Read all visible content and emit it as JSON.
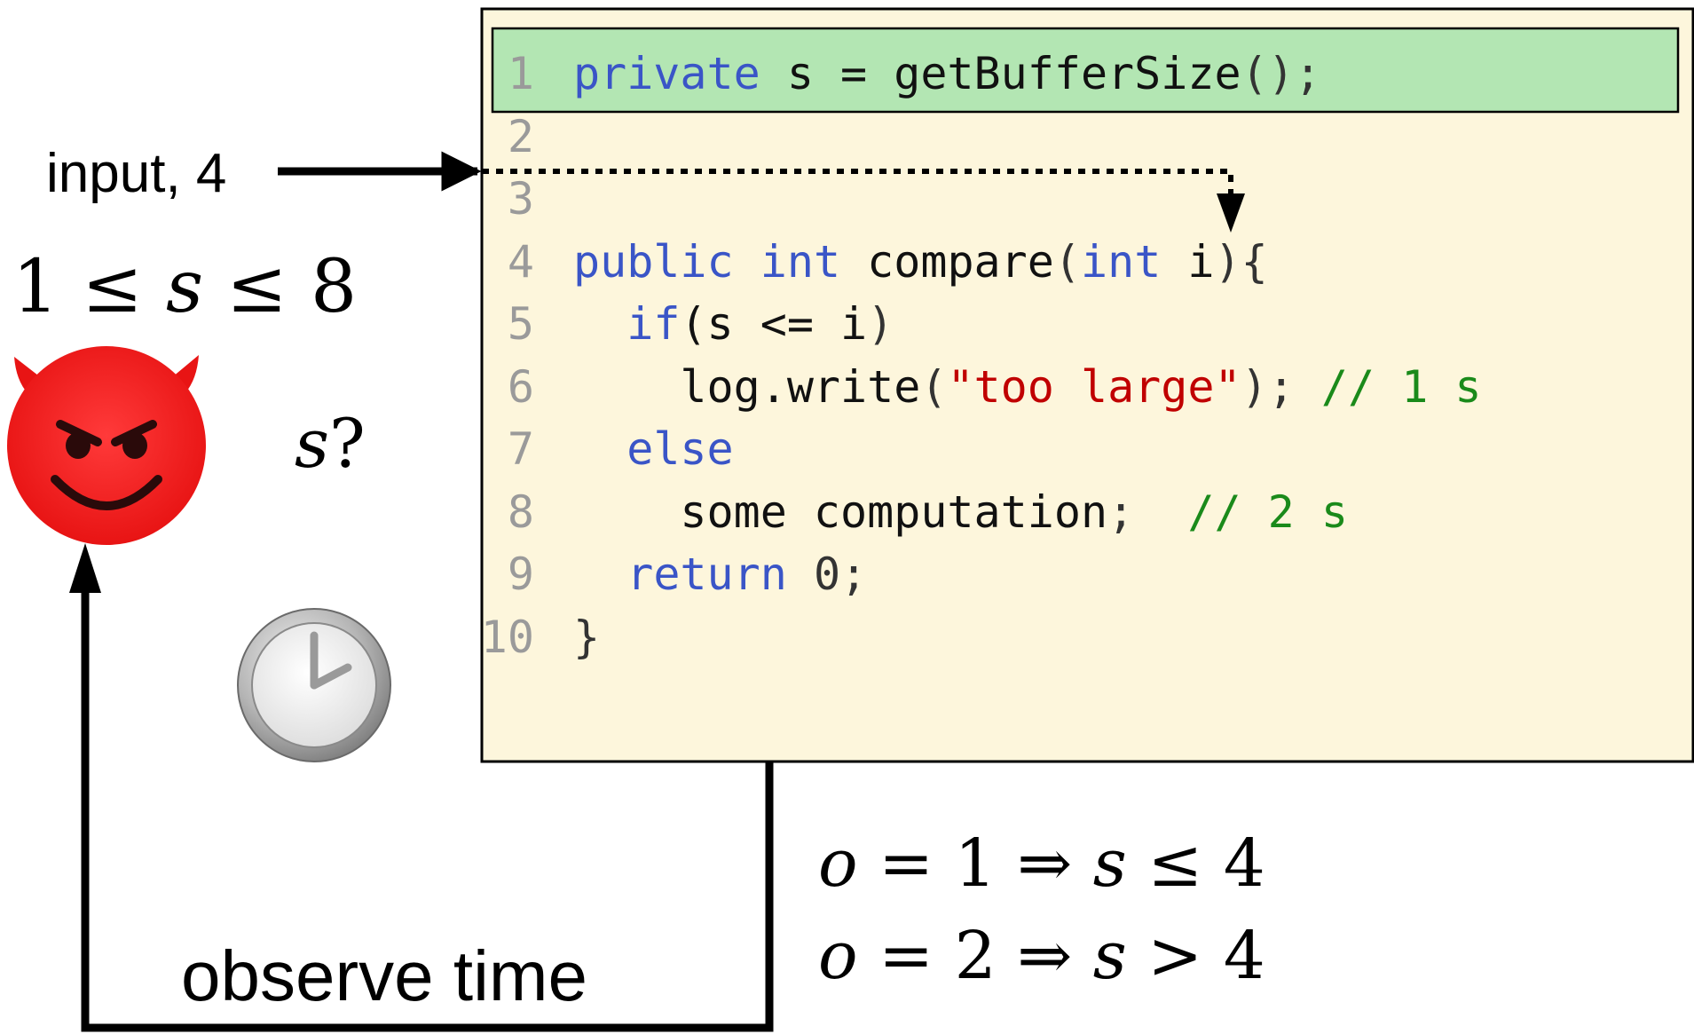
{
  "input_label": "input, 4",
  "constraint": {
    "lhs": "1 ≤ ",
    "var": "s",
    "rhs": " ≤ 8"
  },
  "unknown": {
    "var": "s",
    "mark": "?"
  },
  "observe_label": "observe time",
  "observations": [
    {
      "o": "o",
      "eq": " = 1 ⇒ ",
      "s": "s",
      "rel": " ≤ 4"
    },
    {
      "o": "o",
      "eq": " = 2 ⇒ ",
      "s": "s",
      "rel": " > 4"
    }
  ],
  "code": {
    "highlight_color": "#b3e6b3",
    "panel_color": "#fdf6dc",
    "lines": [
      {
        "num": "1",
        "tokens": [
          {
            "t": "private",
            "c": "kw"
          },
          {
            "t": " s = getBufferSize",
            "c": "id"
          },
          {
            "t": "();",
            "c": "pn"
          }
        ]
      },
      {
        "num": "2",
        "tokens": []
      },
      {
        "num": "3",
        "tokens": []
      },
      {
        "num": "4",
        "tokens": [
          {
            "t": "public",
            "c": "kw"
          },
          {
            "t": " ",
            "c": "id"
          },
          {
            "t": "int",
            "c": "kw"
          },
          {
            "t": " compare",
            "c": "id"
          },
          {
            "t": "(",
            "c": "pn"
          },
          {
            "t": "int",
            "c": "kw"
          },
          {
            "t": " i",
            "c": "id"
          },
          {
            "t": "){",
            "c": "pn"
          }
        ]
      },
      {
        "num": "5",
        "tokens": [
          {
            "t": "  ",
            "c": "id"
          },
          {
            "t": "if",
            "c": "kw"
          },
          {
            "t": "(s <= i",
            "c": "id"
          },
          {
            "t": ")",
            "c": "pn"
          }
        ]
      },
      {
        "num": "6",
        "tokens": [
          {
            "t": "    log.write",
            "c": "id"
          },
          {
            "t": "(",
            "c": "pn"
          },
          {
            "t": "\"too large\"",
            "c": "str"
          },
          {
            "t": "); ",
            "c": "pn"
          },
          {
            "t": "// 1 s",
            "c": "cm"
          }
        ]
      },
      {
        "num": "7",
        "tokens": [
          {
            "t": "  ",
            "c": "id"
          },
          {
            "t": "else",
            "c": "kw"
          }
        ]
      },
      {
        "num": "8",
        "tokens": [
          {
            "t": "    some computation",
            "c": "id"
          },
          {
            "t": ";  ",
            "c": "pn"
          },
          {
            "t": "// 2 s",
            "c": "cm"
          }
        ]
      },
      {
        "num": "9",
        "tokens": [
          {
            "t": "  ",
            "c": "id"
          },
          {
            "t": "return",
            "c": "kw"
          },
          {
            "t": " 0;",
            "c": "pn"
          }
        ]
      },
      {
        "num": "10",
        "tokens": [
          {
            "t": "}",
            "c": "pn"
          }
        ]
      }
    ]
  },
  "icons": {
    "attacker": "devil-face-icon",
    "clock": "clock-icon"
  }
}
